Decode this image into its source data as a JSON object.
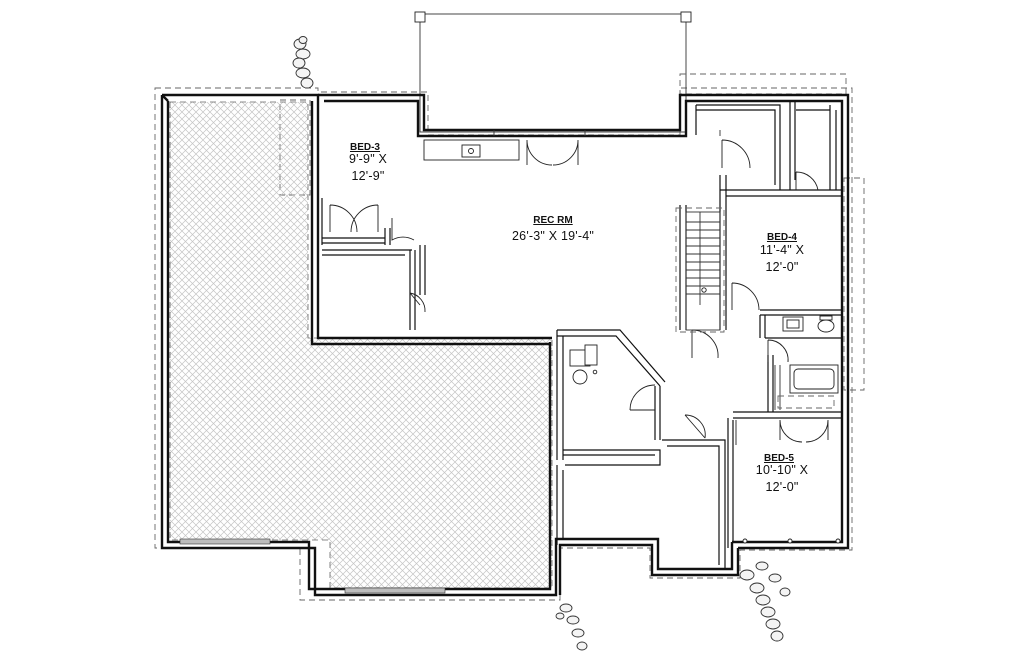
{
  "rooms": [
    {
      "name": "BED-3",
      "size_w": "9'-9\" X",
      "size_h": "12'-9\""
    },
    {
      "name": "REC RM",
      "size": "26'-3\" X 19'-4\""
    },
    {
      "name": "BED-4",
      "size_w": "11'-4\" X",
      "size_h": "12'-0\""
    },
    {
      "name": "BED-5",
      "size_w": "10'-10\" X",
      "size_h": "12'-0\""
    }
  ]
}
